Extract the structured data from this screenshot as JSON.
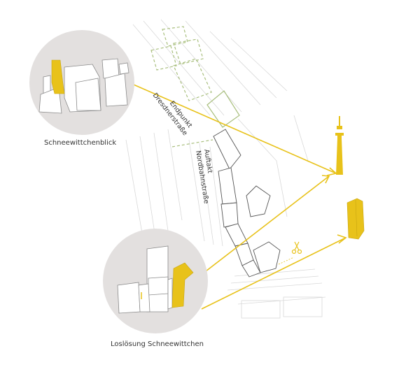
{
  "labels": {
    "circle_top": "Schneewittchenblick",
    "circle_bottom": "Loslösung Schneewittchen",
    "street_1_a": "Endpunkt",
    "street_1_b": "Dresdnerstraße",
    "street_2_a": "Auftakt",
    "street_2_b": "Nordbahnstraße"
  },
  "icons": {
    "tower": "tv-tower-icon",
    "building": "building-icon",
    "scissors": "scissors-icon"
  },
  "colors": {
    "accent": "#e8c21a",
    "circle": "#e3e0df",
    "map_line": "#d6d6d6",
    "building_outline": "#555555",
    "dashed_green": "#a9bf7e"
  }
}
